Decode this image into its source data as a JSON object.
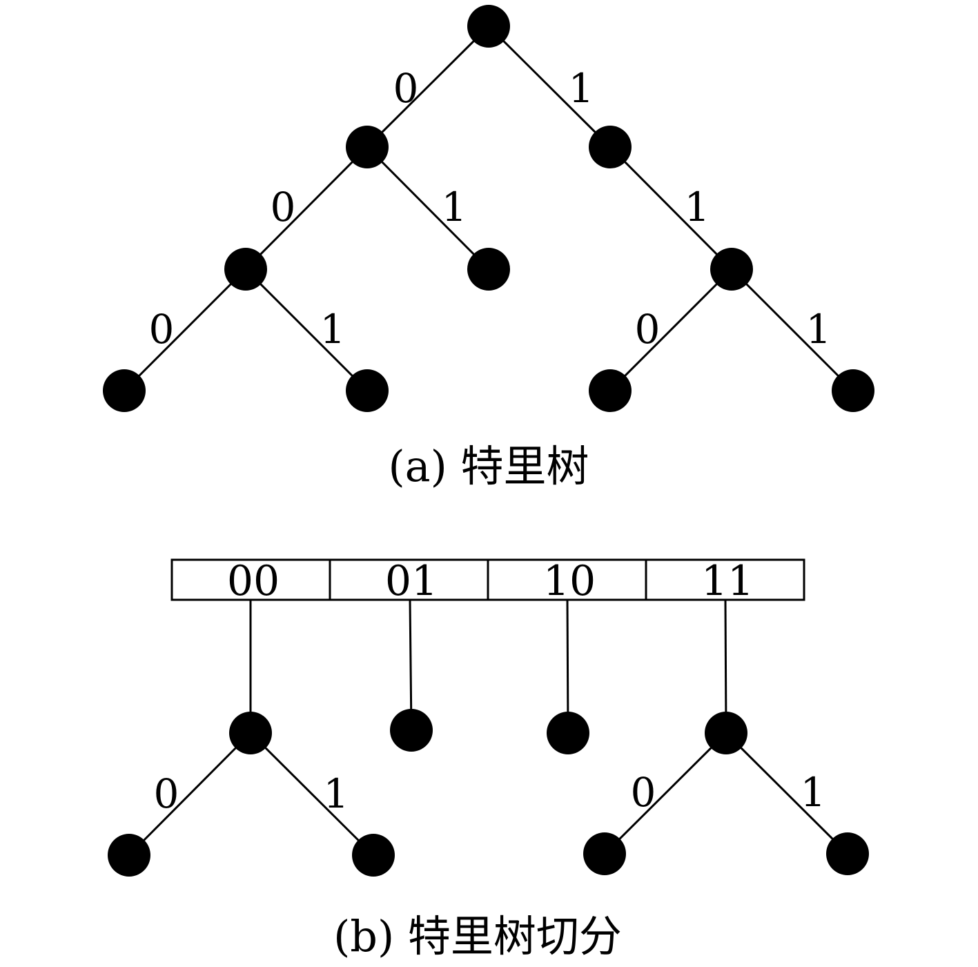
{
  "figure_a": {
    "caption": "(a) 特里树",
    "edges": [
      {
        "id": "a-e-root-l",
        "label": "0"
      },
      {
        "id": "a-e-root-r",
        "label": "1"
      },
      {
        "id": "a-e-l-ll",
        "label": "0"
      },
      {
        "id": "a-e-l-lr",
        "label": "1"
      },
      {
        "id": "a-e-ll-lll",
        "label": "0"
      },
      {
        "id": "a-e-ll-llr",
        "label": "1"
      },
      {
        "id": "a-e-r-rr",
        "label": "1"
      },
      {
        "id": "a-e-rr-rrl",
        "label": "0"
      },
      {
        "id": "a-e-rr-rrr",
        "label": "1"
      }
    ]
  },
  "figure_b": {
    "caption": "(b) 特里树切分",
    "buckets": [
      "00",
      "01",
      "10",
      "11"
    ],
    "edges": [
      {
        "id": "b-e-00-l",
        "label": "0"
      },
      {
        "id": "b-e-00-r",
        "label": "1"
      },
      {
        "id": "b-e-11-l",
        "label": "0"
      },
      {
        "id": "b-e-11-r",
        "label": "1"
      }
    ]
  },
  "colors": {
    "ink": "#000000",
    "background": "#ffffff"
  }
}
